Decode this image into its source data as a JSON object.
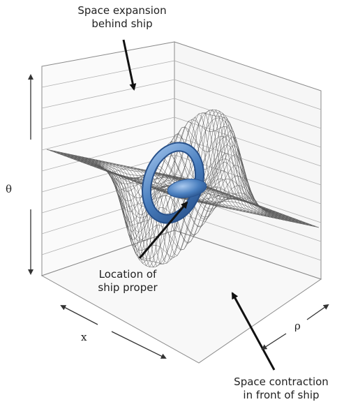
{
  "annotations": {
    "expansion": {
      "line1": "Space expansion",
      "line2": "behind ship"
    },
    "ship": {
      "line1": "Location of",
      "line2": "ship proper"
    },
    "contraction": {
      "line1": "Space contraction",
      "line2": "in front of ship"
    }
  },
  "axes": {
    "theta": "θ",
    "x": "x",
    "rho": "ρ"
  },
  "colors": {
    "ring": "#4a7fbf",
    "ring_highlight": "#9cc0ea",
    "mesh": "#555555",
    "box": "#8a8a8a"
  }
}
